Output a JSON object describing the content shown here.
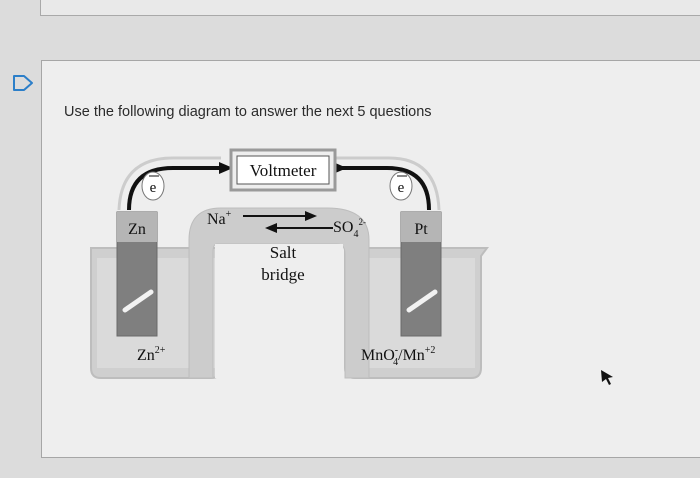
{
  "question": {
    "prompt": "Use the following diagram to answer the next 5 questions"
  },
  "diagram": {
    "voltmeter_label": "Voltmeter",
    "electron_left": "e",
    "electron_right": "e",
    "anode_label": "Zn",
    "cathode_label": "Pt",
    "cation_label": "Na",
    "cation_charge": "+",
    "anion_label": "SO",
    "anion_subscript": "4",
    "anion_charge": "2-",
    "salt_bridge_line1": "Salt",
    "salt_bridge_line2": "bridge",
    "left_solution": "Zn",
    "left_solution_charge": "2+",
    "right_solution_a": "MnO",
    "right_solution_a_sub": "4",
    "right_solution_a_sup": "-",
    "right_solution_b": "/Mn",
    "right_solution_b_sup": "+2"
  },
  "icons": {
    "flag": "flag-icon",
    "cursor": "cursor-arrow-icon"
  }
}
